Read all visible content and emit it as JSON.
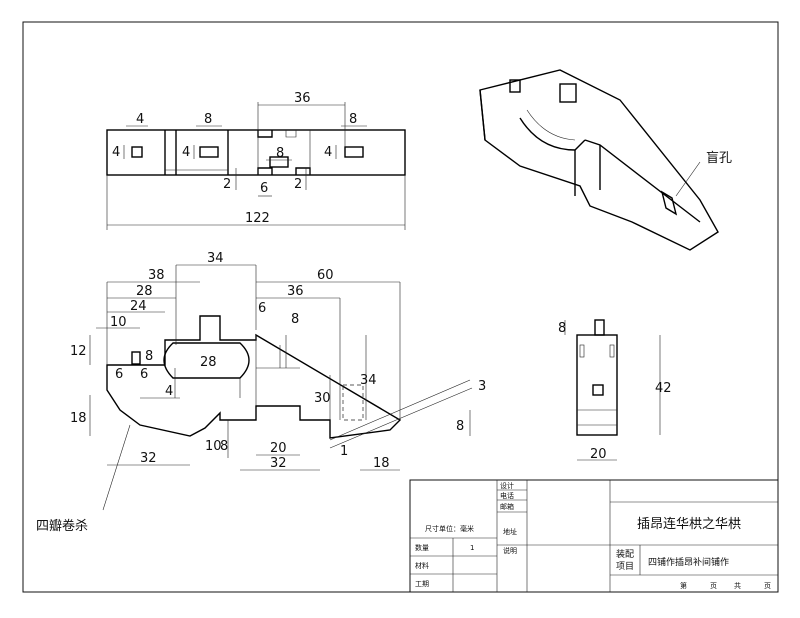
{
  "dimensions": {
    "top_view": {
      "d4_a": "4",
      "d8_a": "8",
      "d36": "36",
      "d8_b": "8",
      "d4_side_a": "4",
      "d4_side_b": "4",
      "d8_c": "8",
      "d4_side_c": "4",
      "d2_a": "2",
      "d6_a": "6",
      "d2_b": "2",
      "d122": "122"
    },
    "front_view": {
      "d34": "34",
      "d38": "38",
      "d60": "60",
      "d28": "28",
      "d36": "36",
      "d24": "24",
      "d6": "6",
      "d10": "10",
      "d8": "8",
      "d12": "12",
      "d8_left": "8",
      "d6_left_a": "6",
      "d6_left_b": "6",
      "d28_slot": "28",
      "d4": "4",
      "d30": "30",
      "d34_v": "34",
      "d18": "18",
      "d10_b": "10",
      "d8_b": "8",
      "d32": "32",
      "d20": "20",
      "d32_b": "32",
      "d3": "3",
      "d8_c": "8",
      "d1": "1",
      "d18_b": "18"
    },
    "side_view": {
      "d8": "8",
      "d42": "42",
      "d20": "20"
    }
  },
  "annotations": {
    "blind_hole": "盲孔",
    "four_petal": "四瓣卷杀"
  },
  "title_block": {
    "design": "设计",
    "drawing": "电话",
    "mail": "邮箱",
    "address": "地址",
    "note": "说明",
    "unit_label": "尺寸单位：毫米",
    "qty_label": "数量",
    "qty_value": "1",
    "material_label": "材料",
    "process_label": "工期",
    "title": "插昂连华栱之华栱",
    "assembly_label_1": "装配",
    "assembly_label_2": "项目",
    "project_name": "四铺作插昂补间铺作",
    "page_label": "第",
    "page_of": "页",
    "total_label": "共",
    "total_unit": "页"
  }
}
